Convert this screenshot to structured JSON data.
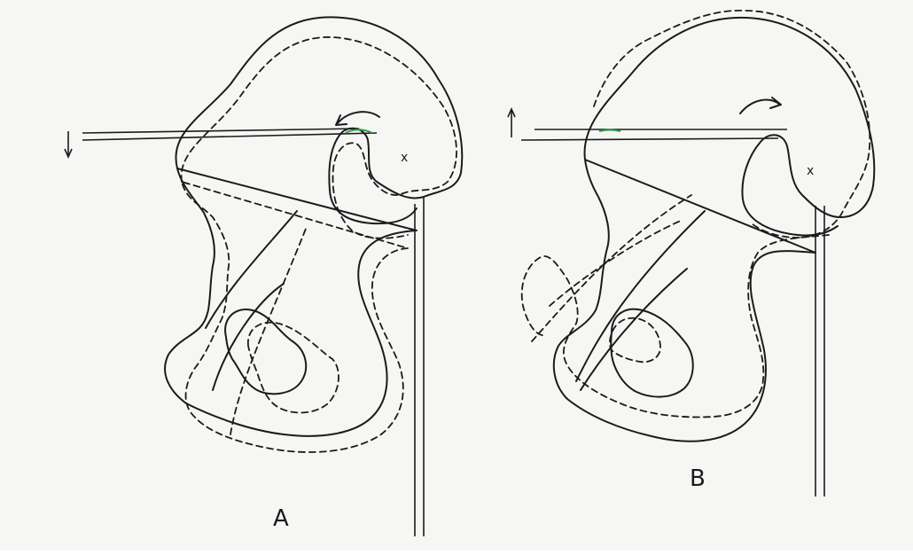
{
  "colors": {
    "ink": "#1b1b1b",
    "paper": "#f6f6f4",
    "accent": "#2e9c4a"
  },
  "panels": [
    {
      "label": "A",
      "center_mark": "x",
      "rotation_arrow": "counterclockwise",
      "vertical_arrow": "down"
    },
    {
      "label": "B",
      "center_mark": "x",
      "rotation_arrow": "clockwise",
      "vertical_arrow": "up"
    }
  ]
}
